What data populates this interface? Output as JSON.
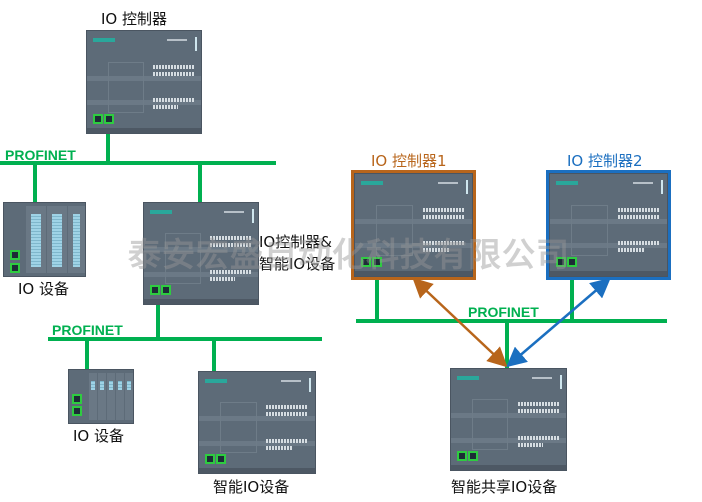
{
  "colors": {
    "profinet": "#00b050",
    "controller1": "#b8651b",
    "controller2": "#1b6fc0",
    "device": "#5d6b78"
  },
  "labels": {
    "controller_top": "IO 控制器",
    "profinet": "PROFINET",
    "io_device": "IO 设备",
    "controller_and_device_line1": "IO控制器&",
    "controller_and_device_line2": "智能IO设备",
    "intelligent_device": "智能IO设备",
    "controller1": "IO 控制器1",
    "controller2": "IO 控制器2",
    "shared_device": "智能共享IO设备"
  },
  "watermark": "泰安宏盛自动化科技有限公司"
}
